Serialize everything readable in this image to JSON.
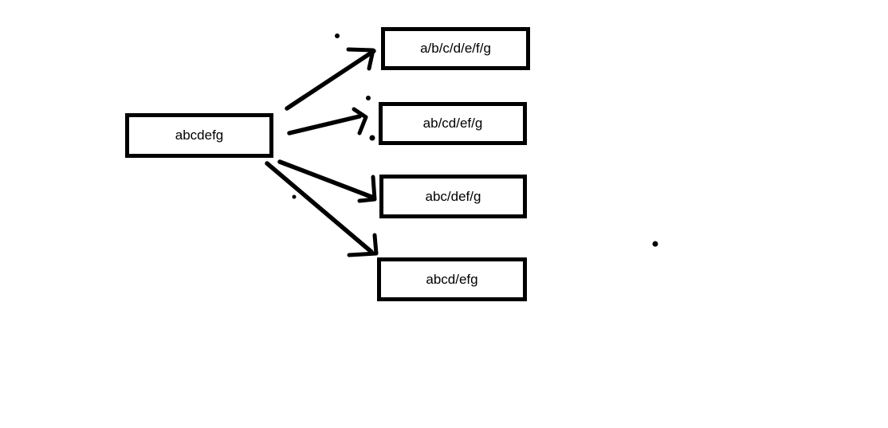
{
  "diagram": {
    "background_color": "#ffffff",
    "line_color": "#000000",
    "source": {
      "label": "abcdefg"
    },
    "targets": [
      {
        "label": "a/b/c/d/e/f/g"
      },
      {
        "label": "ab/cd/ef/g"
      },
      {
        "label": "abc/def/g"
      },
      {
        "label": "abcd/efg"
      }
    ]
  }
}
